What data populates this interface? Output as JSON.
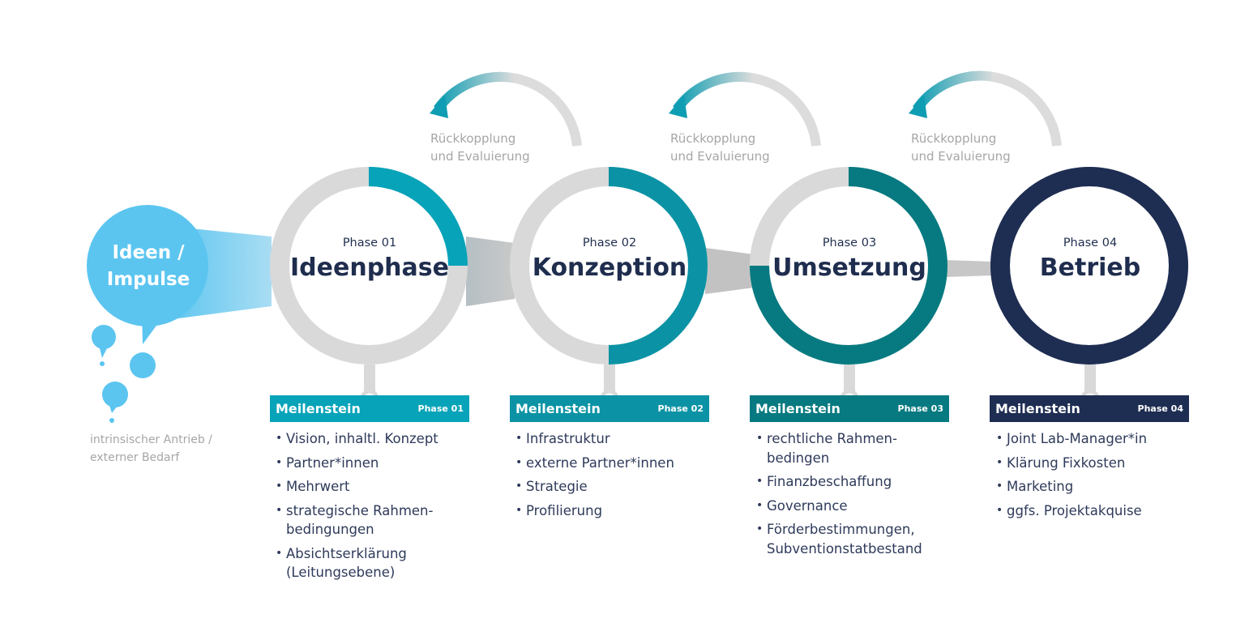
{
  "idea_bubble": {
    "text": "Ideen / Impulse",
    "line1": "Ideen /",
    "line2": "Impulse"
  },
  "drive": {
    "line1": "intrinsischer Antrieb /",
    "line2": "externer Bedarf"
  },
  "feedback": {
    "line1": "Rückkopplung",
    "line2": "und Evaluierung"
  },
  "milestone_label": "Meilenstein",
  "colors": {
    "light_blue": "#5bc5f0",
    "teal_1": "#06a3b9",
    "teal_2": "#0b93a5",
    "teal_3": "#067a80",
    "navy": "#1e2d52",
    "ring_gray": "#d9d9d9",
    "connector_gray": "#bdbdbd",
    "feedback_text": "#a6a6a6"
  },
  "phases": [
    {
      "phase_label": "Phase 01",
      "title": "Ideenphase",
      "color": "#06a3b9",
      "progress": 0.25,
      "bullets": [
        "Vision, inhaltl. Konzept",
        "Partner*innen",
        "Mehrwert",
        "strategische Rahmen-\nbedingungen",
        "Absichtserklärung\n(Leitungsebene)"
      ]
    },
    {
      "phase_label": "Phase 02",
      "title": "Konzeption",
      "color": "#0b93a5",
      "progress": 0.5,
      "bullets": [
        "Infrastruktur",
        "externe Partner*innen",
        "Strategie",
        "Profilierung"
      ]
    },
    {
      "phase_label": "Phase 03",
      "title": "Umsetzung",
      "color": "#067a80",
      "progress": 0.75,
      "bullets": [
        "rechtliche Rahmen-\nbedingen",
        "Finanzbeschaffung",
        "Governance",
        "Förderbestimmungen,\nSubventionstatbestand"
      ]
    },
    {
      "phase_label": "Phase 04",
      "title": "Betrieb",
      "color": "#1e2d52",
      "progress": 1.0,
      "bullets": [
        "Joint Lab-Manager*in",
        "Klärung Fixkosten",
        "Marketing",
        "ggfs. Projektakquise"
      ]
    }
  ]
}
